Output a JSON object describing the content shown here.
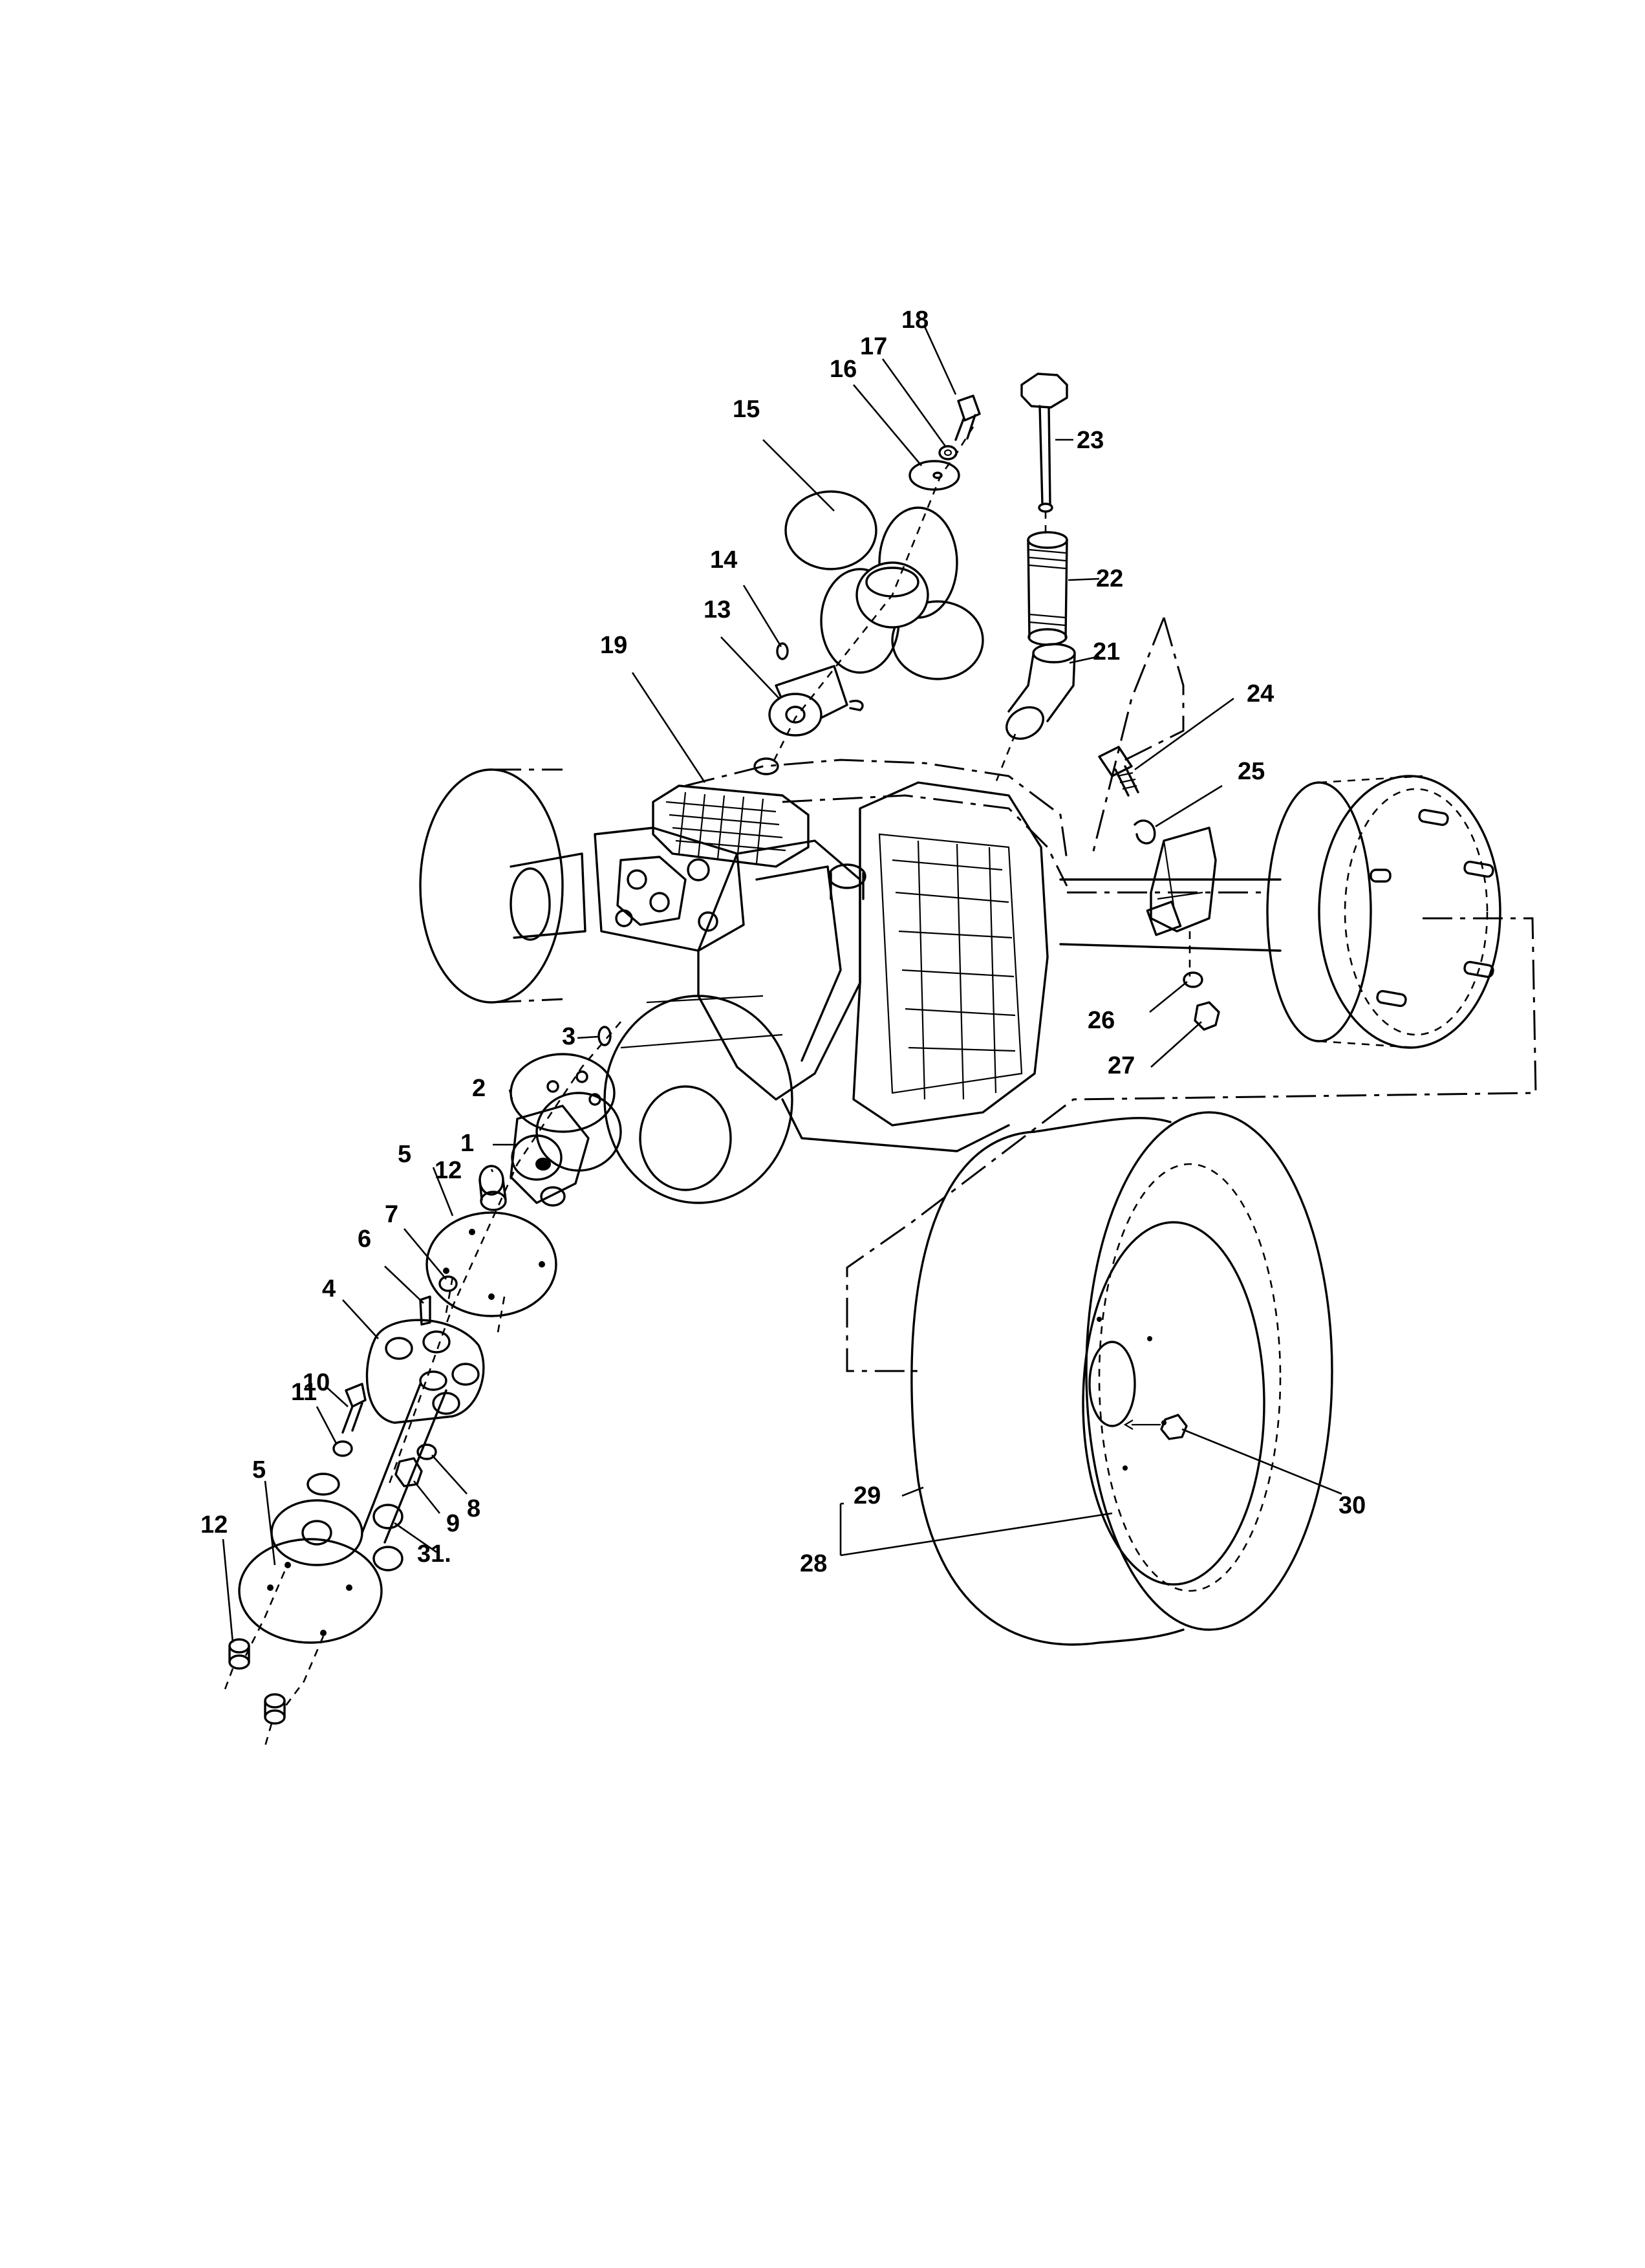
{
  "diagram": {
    "type": "exploded parts view",
    "callouts": [
      "1",
      "2",
      "3",
      "4",
      "5",
      "5",
      "6",
      "7",
      "8",
      "9",
      "10",
      "11",
      "12",
      "12",
      "13",
      "14",
      "15",
      "16",
      "17",
      "18",
      "19",
      "21",
      "22",
      "23",
      "24",
      "25",
      "26",
      "27",
      "28",
      "29",
      "30",
      "31."
    ]
  }
}
